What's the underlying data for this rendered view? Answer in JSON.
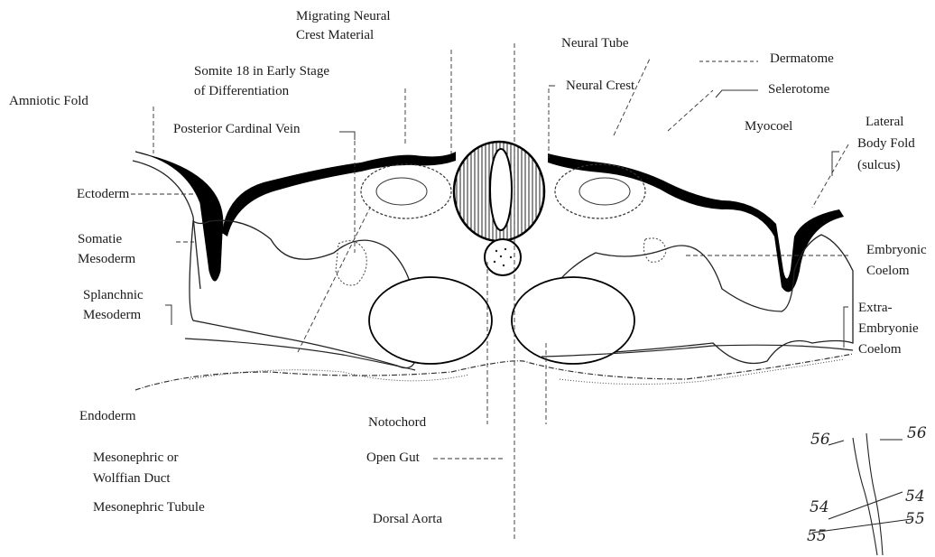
{
  "labels": {
    "migrating_neural_crest_1": "Migrating Neural",
    "migrating_neural_crest_2": "Crest Material",
    "neural_tube": "Neural Tube",
    "dermatome": "Dermatome",
    "somite18_1": "Somite 18 in Early Stage",
    "somite18_2": "of Differentiation",
    "neural_crest": "Neural Crest",
    "selerotome": "Selerotome",
    "amniotic_fold": "Amniotic Fold",
    "posterior_cardinal_vein": "Posterior Cardinal Vein",
    "myocoel": "Myocoel",
    "lateral_body_fold_1": "Lateral",
    "lateral_body_fold_2": "Body Fold",
    "lateral_body_fold_3": "(sulcus)",
    "ectoderm": "Ectoderm",
    "somatic_mesoderm_1": "Somatie",
    "somatic_mesoderm_2": "Mesoderm",
    "embryonic_coelom_1": "Embryonic",
    "embryonic_coelom_2": "Coelom",
    "splanchnic_mesoderm_1": "Splanchnic",
    "splanchnic_mesoderm_2": "Mesoderm",
    "extra_embryonic_1": "Extra-",
    "extra_embryonic_2": "Embryonie",
    "extra_embryonic_3": "Coelom",
    "endoderm": "Endoderm",
    "notochord": "Notochord",
    "mesonephric_duct_1": "Mesonephric or",
    "mesonephric_duct_2": "Wolffian Duct",
    "open_gut": "Open Gut",
    "mesonephric_tubule": "Mesonephric Tubule",
    "dorsal_aorta": "Dorsal Aorta"
  },
  "inset": {
    "n56_left": "56",
    "n56_right": "56",
    "n54_left": "54",
    "n54_right": "54",
    "n55_right": "55",
    "n55_left": "55"
  }
}
